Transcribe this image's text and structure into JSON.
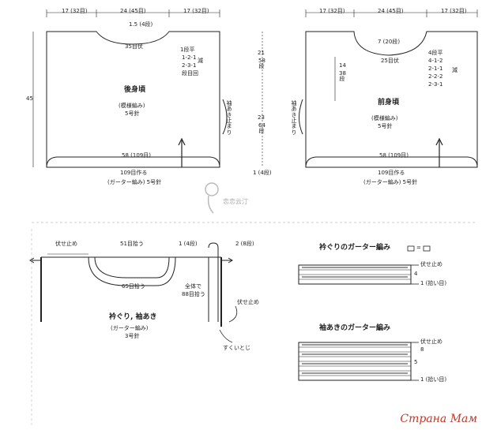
{
  "back": {
    "top_left": "17 (32目)",
    "top_mid": "24 (45目)",
    "top_right": "17 (32目)",
    "neck_depth": "1.5 (4段)",
    "neck_bindoff": "35目伏",
    "decrease_steps": [
      "1段平",
      "1-2-1",
      "2-3-1",
      "段目回"
    ],
    "decrease_mark": "減",
    "height": "45",
    "title": "後身頃",
    "subtitle": "(模様編み)",
    "needle": "5号針",
    "bottom_stitches": "58 (109目)",
    "cast_on": "109目作る",
    "border": "(ガーター編み) 5号針",
    "armhole_stop": "袖あき止まり"
  },
  "center_measures": {
    "upper": "21",
    "upper_rows": "58段",
    "lower": "23",
    "lower_rows": "64段",
    "bottom": "1 (4段)"
  },
  "front": {
    "top_left": "17 (32目)",
    "top_mid": "24 (45目)",
    "top_right": "17 (32目)",
    "neck_depth": "7 (20段)",
    "neck_bindoff": "25目伏",
    "side_depth": "14",
    "side_rows": "38段",
    "decrease_steps": [
      "4段平",
      "4-1-2",
      "2-1-1",
      "2-2-2",
      "2-3-1"
    ],
    "decrease_mark": "減",
    "title": "前身頃",
    "subtitle": "(模様編み)",
    "needle": "5号針",
    "bottom_stitches": "58 (109目)",
    "cast_on": "109目作る",
    "border": "(ガーター編み) 5号針",
    "armhole_stop": "袖あき止まり"
  },
  "watermark_center": "恋恋云汀",
  "neckband": {
    "bind_off": "伏せ止め",
    "back_pickup": "51目拾う",
    "rows_left": "1 (4段)",
    "rows_right": "2 (8段)",
    "front_pickup": "65目拾う",
    "total": "全体で",
    "total_count": "88目拾う",
    "side_bindoff": "伏せ止め",
    "title": "衿ぐり, 袖あき",
    "subtitle": "(ガーター編み)",
    "needle": "3号針",
    "seam": "すくいとじ"
  },
  "neck_chart": {
    "title": "衿ぐりのガーター編み",
    "legend_eq": "=",
    "bind_off": "伏せ止め",
    "rows": "4",
    "pickup": "1 (拾い目)"
  },
  "sleeve_chart": {
    "title": "袖あきのガーター編み",
    "bind_off": "伏せ止め",
    "top_row": "8",
    "mid_row": "5",
    "pickup": "1 (拾い目)"
  },
  "watermark": "Страна Мам",
  "colors": {
    "line": "#222222",
    "watermark": "#c0392b"
  }
}
